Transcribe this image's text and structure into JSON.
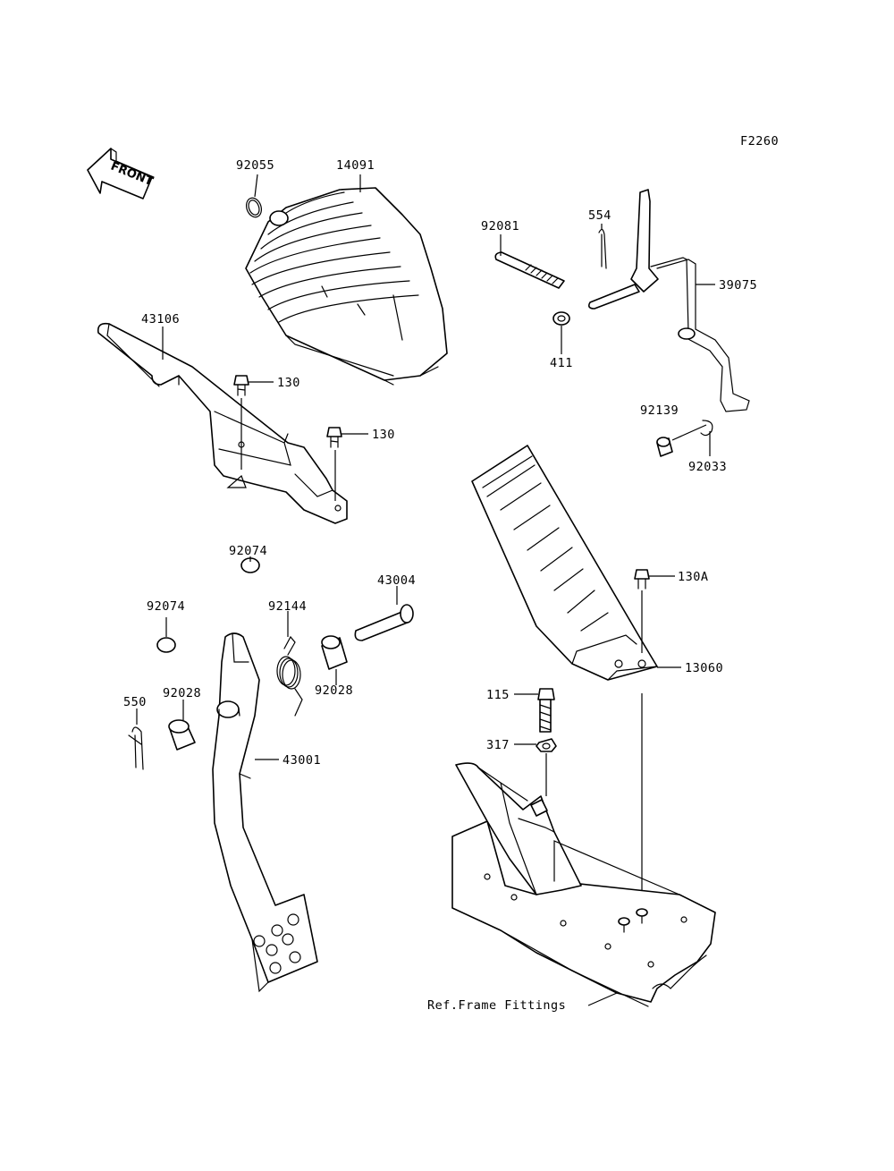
{
  "figure_code": "F2260",
  "front_label": "FRONT",
  "labels": {
    "p92055": "92055",
    "p14091": "14091",
    "p92081": "92081",
    "p554": "554",
    "p39075": "39075",
    "p411": "411",
    "p43106": "43106",
    "p130a": "130",
    "p130b": "130",
    "p92139": "92139",
    "p92033": "92033",
    "p92074a": "92074",
    "p92074b": "92074",
    "p43004": "43004",
    "p92144": "92144",
    "p130A": "130A",
    "p13060": "13060",
    "p550": "550",
    "p92028a": "92028",
    "p92028b": "92028",
    "p115": "115",
    "p317": "317",
    "p43001": "43001",
    "ref_frame": "Ref.Frame Fittings"
  }
}
